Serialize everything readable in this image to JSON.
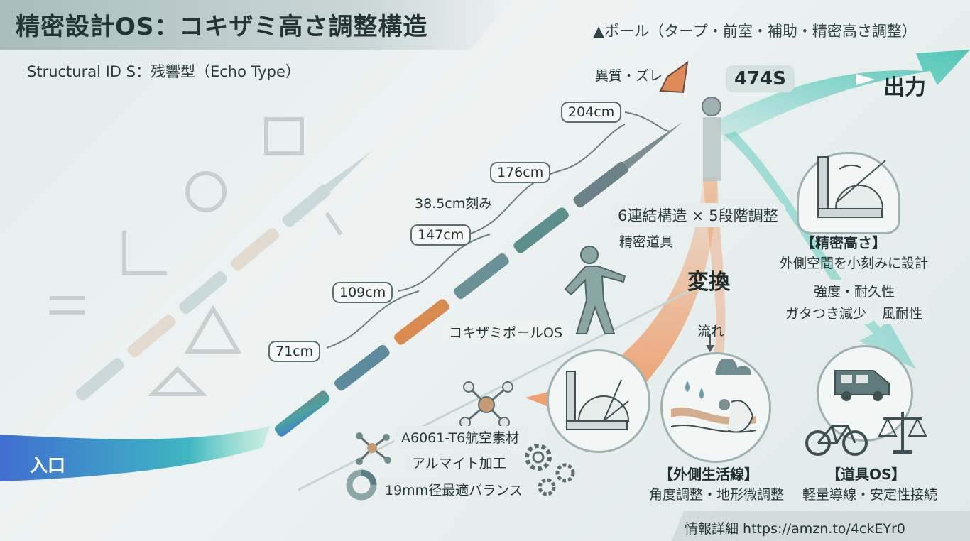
{
  "title": "精密設計OS：コキザミ高さ調整構造",
  "top_right_label": "▲ポール（タープ・前室・補助・精密高さ調整）",
  "structural_id": "Structural ID S：残響型（Echo Type）",
  "entry_label": "入口",
  "output_label": "出力",
  "height_code": "474S",
  "anomaly_label": "異質・ズレ",
  "heights": [
    "71cm",
    "109cm",
    "147cm",
    "176cm",
    "204cm"
  ],
  "step_label": "38.5cm刻み",
  "structure_label": "6連結構造 × 5段階調整",
  "tool_label": "精密道具",
  "pole_name": "コキザミポールOS",
  "transform_label": "変換",
  "flow_label": "流れ",
  "materials": [
    "A6061-T6航空素材",
    "アルマイト加工",
    "19mm径最適バランス"
  ],
  "precision": {
    "title": "【精密高さ】",
    "desc": "外側空間を小刻みに設計"
  },
  "benefits": [
    "強度・耐久性",
    "ガタつき減少",
    "風耐性"
  ],
  "outside": {
    "title": "【外側生活線】",
    "desc": "角度調整・地形微調整"
  },
  "tool_os": {
    "title": "【道具OS】",
    "desc": "軽量導線・安定性接続"
  },
  "footer": "情報詳細  https://amzn.to/4ckEYr0",
  "colors": {
    "teal": "#3fc2b2",
    "orange": "#f08a4b",
    "blue": "#3f7fd0",
    "dark": "#233436"
  }
}
